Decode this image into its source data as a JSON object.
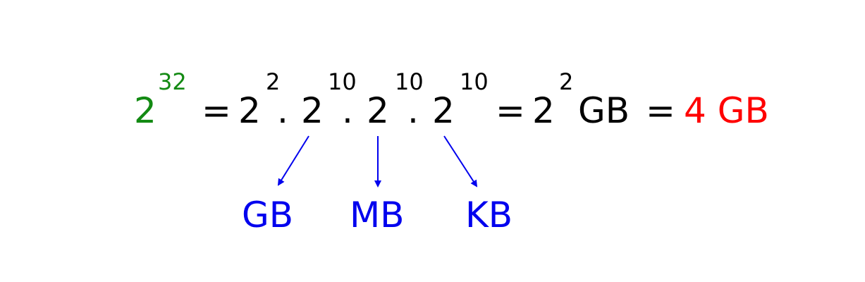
{
  "colors": {
    "green": "#138a13",
    "black": "#000000",
    "red": "#ff0000",
    "blue": "#0000ee"
  },
  "equation": {
    "lhs_base": "2",
    "lhs_exponent": "32",
    "eq1": "=",
    "f1_base": "2",
    "f1_exponent": "2",
    "dot1": ".",
    "f2_base": "2",
    "f2_exponent": "10",
    "dot2": ".",
    "f3_base": "2",
    "f3_exponent": "10",
    "dot3": ".",
    "f4_base": "2",
    "f4_exponent": "10",
    "eq2": "=",
    "r1_base": "2",
    "r1_exponent": "2",
    "r1_unit": "GB",
    "eq3": "=",
    "result": "4 GB"
  },
  "labels": {
    "gb": "GB",
    "mb": "MB",
    "kb": "KB"
  },
  "icons": [
    "arrow-gb-icon",
    "arrow-mb-icon",
    "arrow-kb-icon"
  ]
}
